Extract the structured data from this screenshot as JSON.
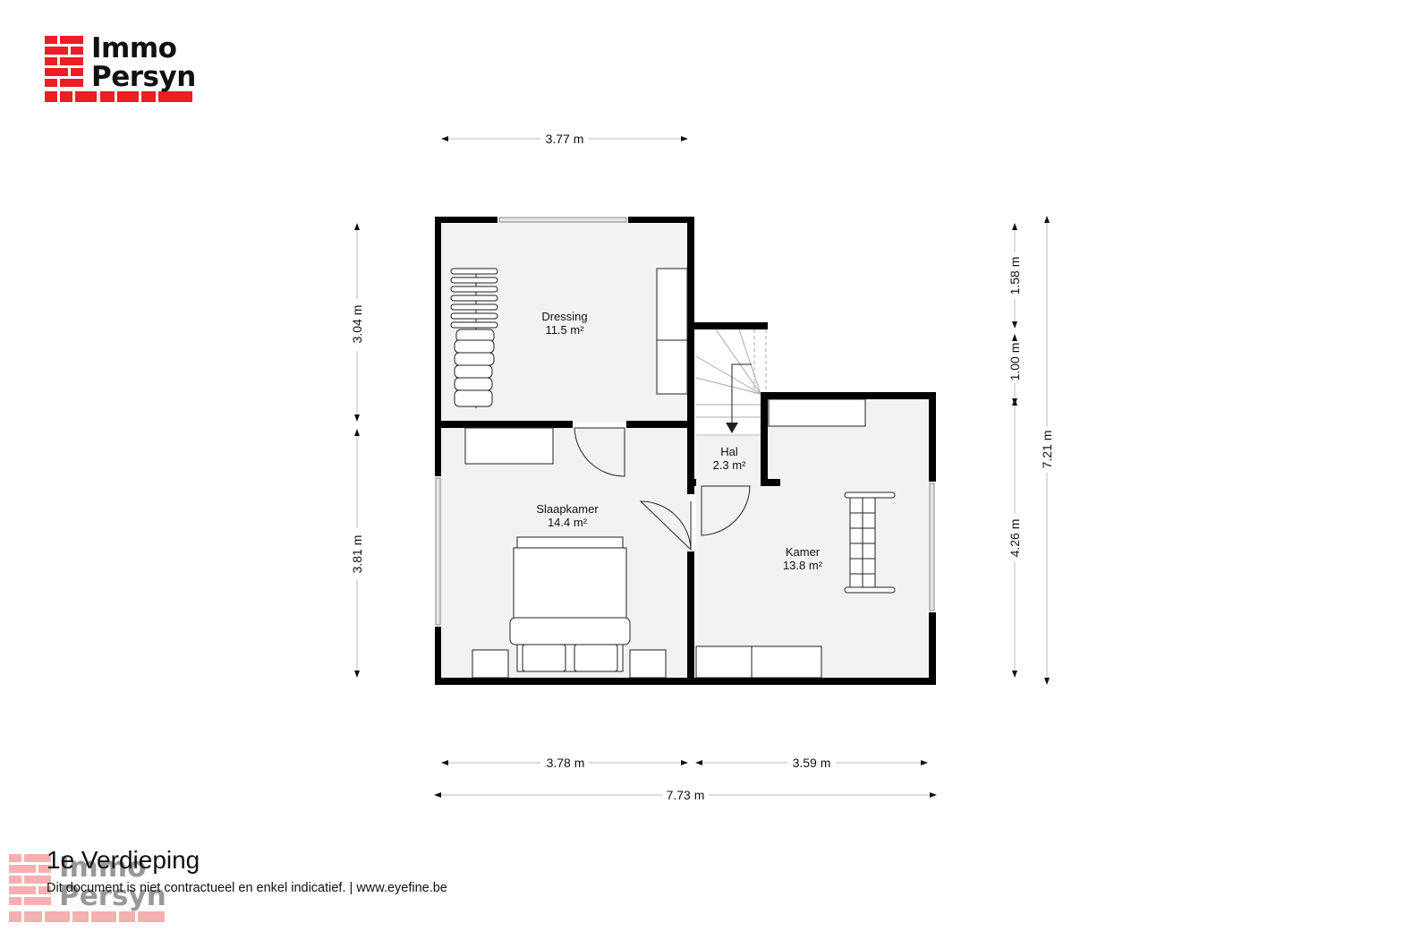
{
  "brand": {
    "line1": "Immo",
    "line2": "Persyn",
    "color": "#ee1c25"
  },
  "floor": {
    "title": "1e Verdieping",
    "disclaimer": "Dit document is niet contractueel en enkel indicatief. | www.eyefine.be"
  },
  "rooms": [
    {
      "name": "Dressing",
      "area": "11.5 m²"
    },
    {
      "name": "Hal",
      "area": "2.3 m²"
    },
    {
      "name": "Slaapkamer",
      "area": "14.4 m²"
    },
    {
      "name": "Kamer",
      "area": "13.8 m²"
    }
  ],
  "dimensions": {
    "top": "3.77 m",
    "left_upper": "3.04 m",
    "left_lower": "3.81 m",
    "right_upper": "1.58 m",
    "right_middle": "1.00 m",
    "right_lower": "4.26 m",
    "right_total": "7.21 m",
    "bottom_left": "3.78 m",
    "bottom_right": "3.59 m",
    "bottom_total": "7.73 m"
  },
  "colors": {
    "wall": "#000000",
    "floor": "#f2f2f2",
    "dim_line": "#bbbbbb"
  }
}
